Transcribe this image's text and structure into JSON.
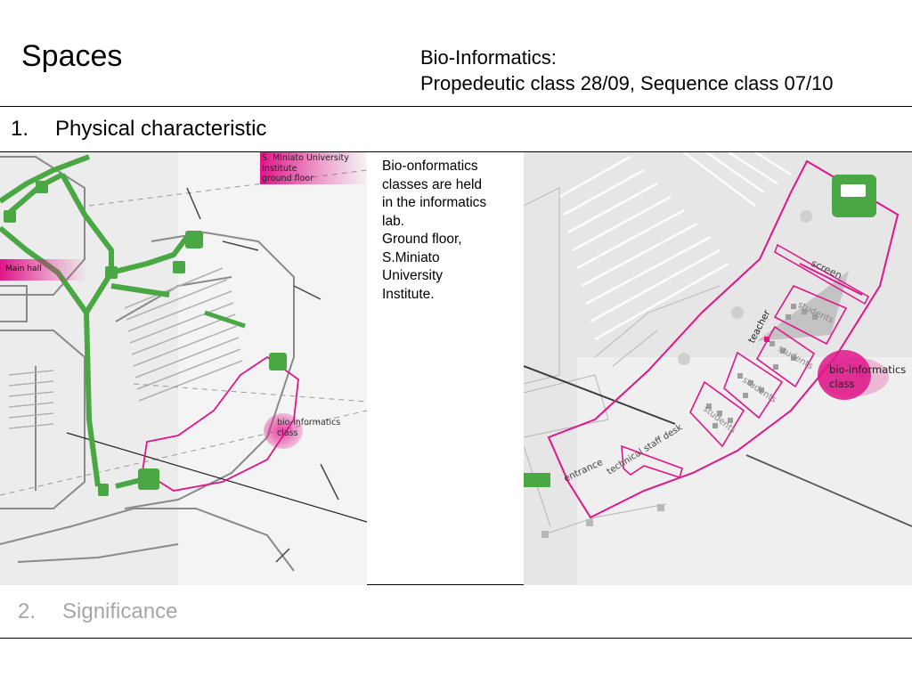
{
  "header": {
    "title": "Spaces",
    "subtitle_line1": "Bio-Informatics:",
    "subtitle_line2": "Propedeutic class 28/09, Sequence class 07/10"
  },
  "sections": [
    {
      "number": "1.",
      "label": "Physical characteristic"
    },
    {
      "number": "2.",
      "label": "Significance"
    }
  ],
  "description": {
    "line1": "Bio-onformatics",
    "line2": "classes are held",
    "line3": "in the informatics",
    "line4": "lab.",
    "line5": "Ground floor,",
    "line6": "S.Miniato",
    "line7": "University",
    "line8": "Institute."
  },
  "left_map": {
    "location_line1": "S. Miniato University",
    "location_line2": "Institute",
    "location_line3": "ground floor",
    "main_hall": "Main hall",
    "class_line1": "bio-informatics",
    "class_line2": "class"
  },
  "right_map": {
    "screen": "screen",
    "teacher": "teacher",
    "students": "students",
    "class_line1": "bio-informatics",
    "class_line2": "class",
    "entrance": "entrance",
    "technical_staff_desk": "technical staff desk"
  },
  "colors": {
    "route_green": "#4aa844",
    "highlight_magenta": "#e0158a",
    "text_gray": "#a6a6a6"
  }
}
